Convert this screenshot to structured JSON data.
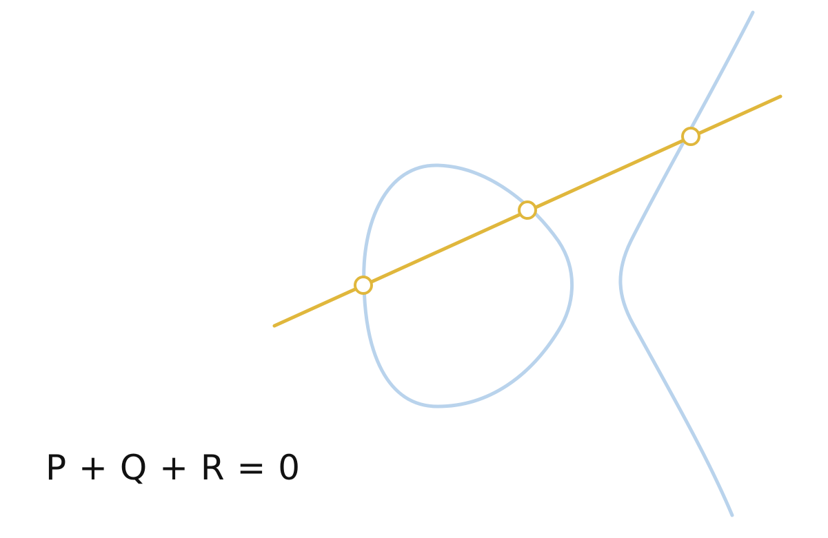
{
  "diagram": {
    "equation_text": "P + Q + R = 0",
    "colors": {
      "curve": "#b9d3ec",
      "line": "#e0b73c",
      "point_fill": "#ffffff",
      "point_stroke": "#e0b73c",
      "text": "#111111",
      "background": "#ffffff"
    },
    "elements": {
      "curve": "elliptic-curve",
      "line": "secant-line",
      "points": [
        "intersection-point",
        "intersection-point",
        "intersection-point"
      ]
    }
  }
}
